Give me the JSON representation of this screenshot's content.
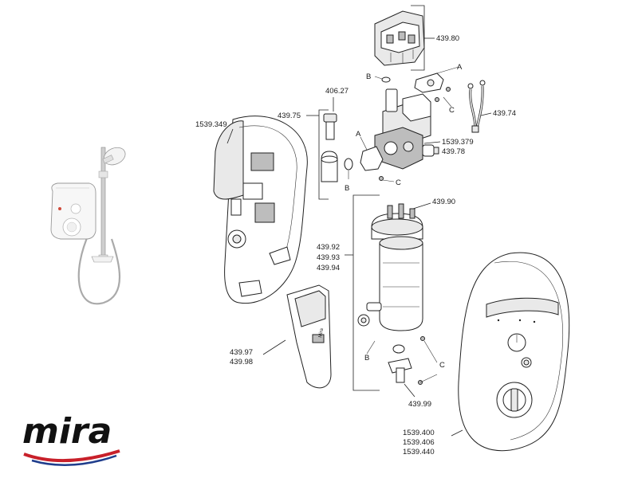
{
  "brand": {
    "name": "mira",
    "colors": {
      "logo_text": "#111111",
      "swoosh_red": "#c8202a",
      "swoosh_blue": "#1f3d8c"
    }
  },
  "labels": {
    "l_439_80": "439.80",
    "l_406_27": "406.27",
    "l_439_75": "439.75",
    "l_1539_349": "1539.349",
    "l_439_74": "439.74",
    "l_1539_379": "1539.379",
    "l_439_78": "439.78",
    "l_439_90": "439.90",
    "l_439_92": "439.92",
    "l_439_93": "439.93",
    "l_439_94": "439.94",
    "l_439_97": "439.97",
    "l_439_98": "439.98",
    "l_439_99": "439.99",
    "l_1539_400": "1539.400",
    "l_1539_406": "1539.406",
    "l_1539_440": "1539.440",
    "a_top": "A",
    "b_top": "B",
    "c_top": "C",
    "a_mid": "A",
    "b_mid": "B",
    "c_mid": "C",
    "b_low": "B",
    "c_low": "C",
    "cover_badge": "Mira"
  }
}
